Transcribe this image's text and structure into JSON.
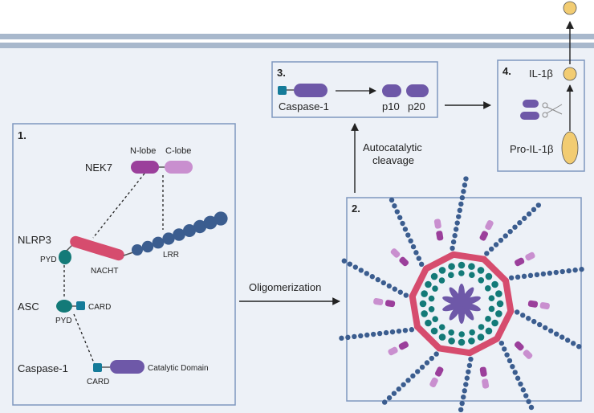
{
  "panels": {
    "p1": {
      "number": "1.",
      "nek7": "NEK7",
      "n_lobe": "N-lobe",
      "c_lobe": "C-lobe",
      "nlrp3": "NLRP3",
      "pyd_nlrp3": "PYD",
      "nacht": "NACHT",
      "lrr": "LRR",
      "asc": "ASC",
      "card_asc": "CARD",
      "pyd_asc": "PYD",
      "caspase1": "Caspase-1",
      "card_casp": "CARD",
      "catalytic": "Catalytic Domain"
    },
    "p2": {
      "number": "2."
    },
    "p3": {
      "number": "3.",
      "caspase1": "Caspase-1",
      "p10": "p10",
      "p20": "p20"
    },
    "p4": {
      "number": "4.",
      "il1b": "IL-1β",
      "pro_il1b": "Pro-IL-1β"
    }
  },
  "arrows": {
    "oligomerization": "Oligomerization",
    "autocatalytic_1": "Autocatalytic",
    "autocatalytic_2": "cleavage"
  },
  "colors": {
    "membrane": "#a8b8cc",
    "background": "#edf1f7",
    "panel_border": "#7f97bf",
    "nek7_dark": "#9b3f9b",
    "nek7_light": "#c98fcf",
    "nacht": "#d64c6e",
    "lrr": "#3b5d8f",
    "pyd": "#137a78",
    "card": "#157b99",
    "caspase": "#6e58a8",
    "il1b": "#f2cc72"
  }
}
